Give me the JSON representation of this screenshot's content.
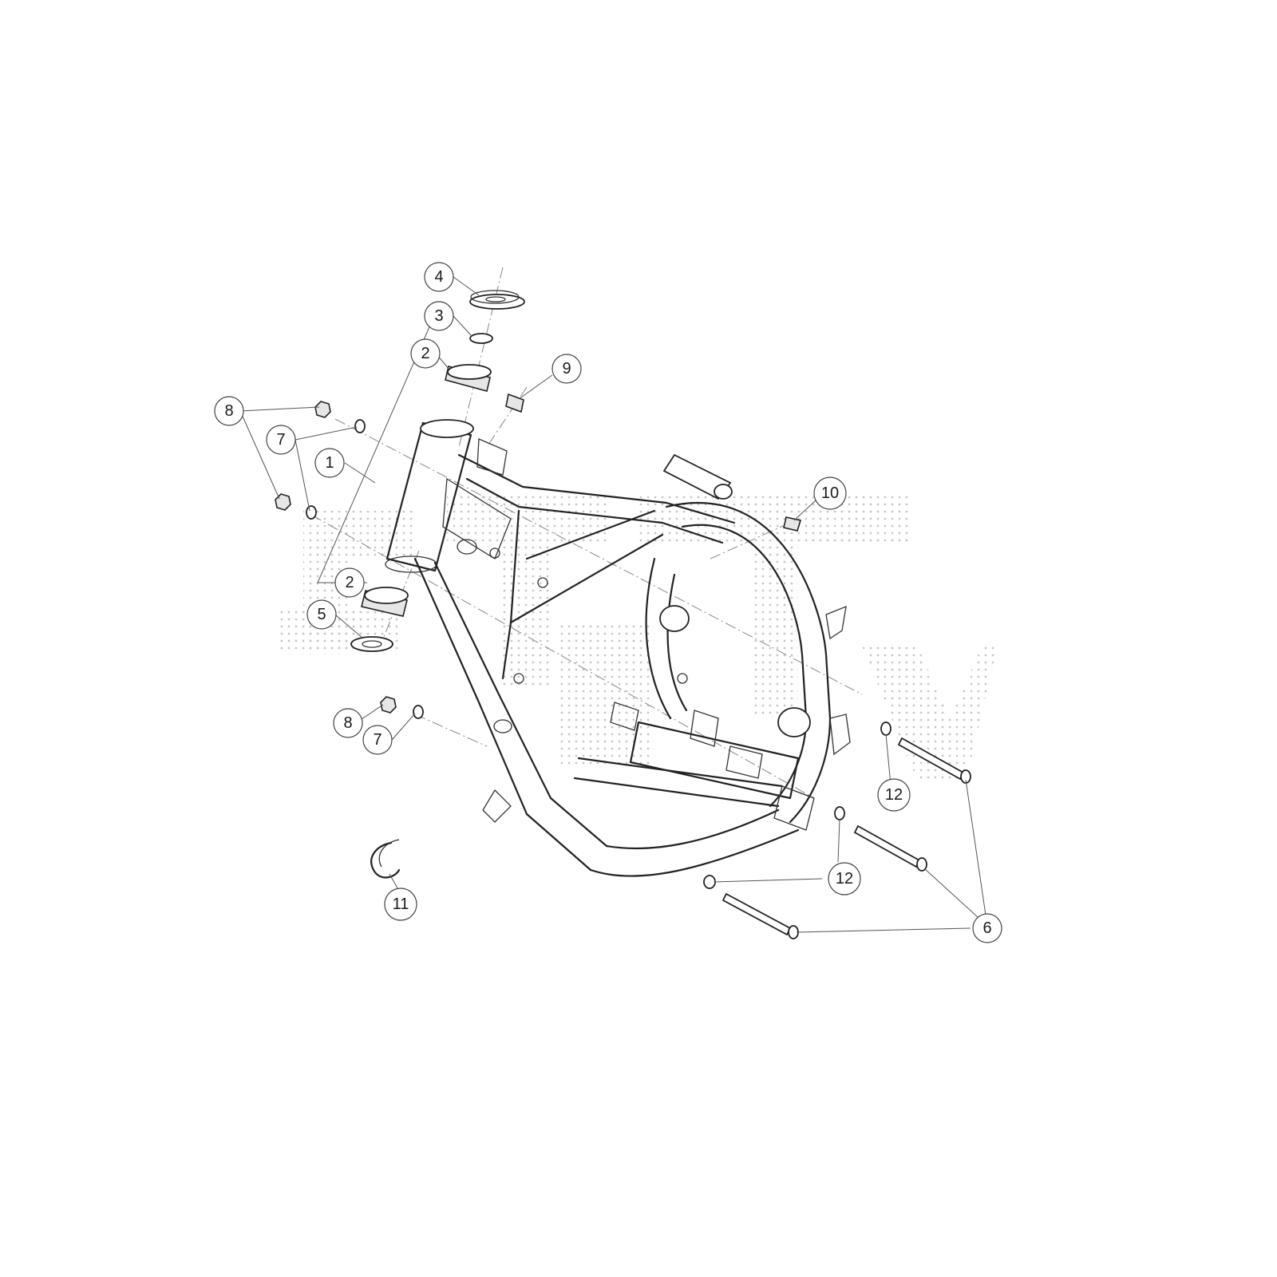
{
  "diagram": {
    "callouts": [
      {
        "id": "c1",
        "label": "1"
      },
      {
        "id": "c2a",
        "label": "2"
      },
      {
        "id": "c2b",
        "label": "2"
      },
      {
        "id": "c3",
        "label": "3"
      },
      {
        "id": "c4",
        "label": "4"
      },
      {
        "id": "c5",
        "label": "5"
      },
      {
        "id": "c6",
        "label": "6"
      },
      {
        "id": "c7a",
        "label": "7"
      },
      {
        "id": "c7b",
        "label": "7"
      },
      {
        "id": "c8a",
        "label": "8"
      },
      {
        "id": "c8b",
        "label": "8"
      },
      {
        "id": "c9",
        "label": "9"
      },
      {
        "id": "c10",
        "label": "10"
      },
      {
        "id": "c11",
        "label": "11"
      },
      {
        "id": "c12a",
        "label": "12"
      },
      {
        "id": "c12b",
        "label": "12"
      },
      {
        "id": "c12c",
        "label": "12"
      }
    ],
    "colors": {
      "line": "#222222",
      "watermark": "#c8c8c8",
      "background": "#ffffff"
    }
  }
}
